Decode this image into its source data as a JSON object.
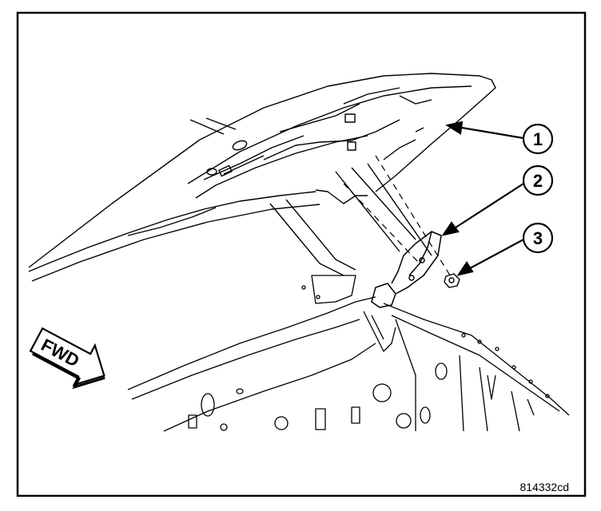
{
  "figure": {
    "id_label": "814332cd",
    "direction_label": "FWD",
    "callouts": [
      {
        "number": "1"
      },
      {
        "number": "2"
      },
      {
        "number": "3"
      }
    ]
  }
}
